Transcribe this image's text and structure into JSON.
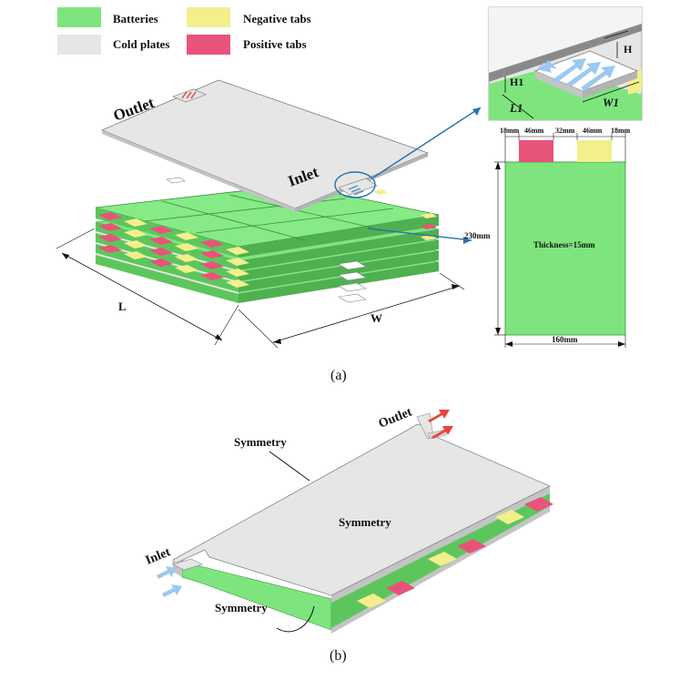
{
  "legend": [
    {
      "label": "Batteries",
      "color": "#7ee57e"
    },
    {
      "label": "Cold plates",
      "color": "#e6e6e6"
    },
    {
      "label": "Negative tabs",
      "color": "#f3ef8c"
    },
    {
      "label": "Positive tabs",
      "color": "#e8537a"
    }
  ],
  "panel_a": {
    "caption": "(a)",
    "outlet_label": "Outlet",
    "inlet_label": "Inlet",
    "dim_L": "L",
    "dim_W": "W",
    "detail": {
      "H": "H",
      "H1": "H1",
      "L1": "L1",
      "W1": "W1"
    },
    "cell_dims": {
      "tab_gap_left": "18mm",
      "tab_width_1": "46mm",
      "tab_gap_middle": "32mm",
      "tab_width_2": "46mm",
      "tab_gap_right": "18mm",
      "height": "230mm",
      "width": "160mm",
      "thickness": "Thickness=15mm"
    }
  },
  "panel_b": {
    "caption": "(b)",
    "outlet_label": "Outlet",
    "inlet_label": "Inlet",
    "symmetry_top": "Symmetry",
    "symmetry_center": "Symmetry",
    "symmetry_bottom": "Symmetry"
  },
  "colors": {
    "battery": "#7ee57e",
    "battery_side": "#5cc65c",
    "plate": "#e6e6e6",
    "plate_side": "#c4c4c4",
    "neg_tab": "#f3ef8c",
    "pos_tab": "#e8537a",
    "arrow_blue": "#4a8fc4",
    "flow_blue": "#9cc8f0",
    "flow_red": "#e8443a"
  }
}
